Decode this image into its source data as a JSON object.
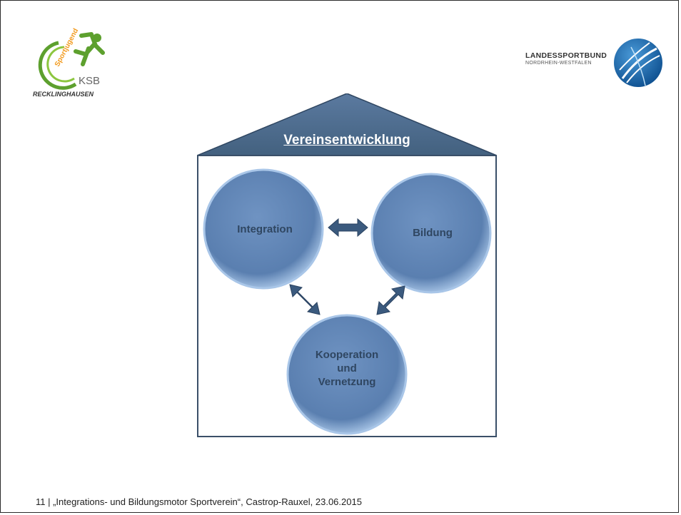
{
  "logo_left": {
    "arc_text": "Sportjugend",
    "brand": "KSB",
    "subtitle": "RECKLINGHAUSEN"
  },
  "logo_right": {
    "line1": "LANDESSPORTBUND",
    "line2": "NORDRHEIN-WESTFALEN"
  },
  "diagram": {
    "title": "Vereinsentwicklung",
    "nodes": {
      "integration": "Integration",
      "bildung": "Bildung",
      "kooperation": "Kooperation\nund\nVernetzung"
    }
  },
  "footer": {
    "text": "11 | „Integrations- und Bildungsmotor Sportverein“, Castrop-Rauxel, 23.06.2015"
  },
  "colors": {
    "roof": "#4f6d8f",
    "circle": "#5d82b3",
    "arrow": "#3b5a7e",
    "green": "#5da02e",
    "orange": "#f29a1d"
  }
}
